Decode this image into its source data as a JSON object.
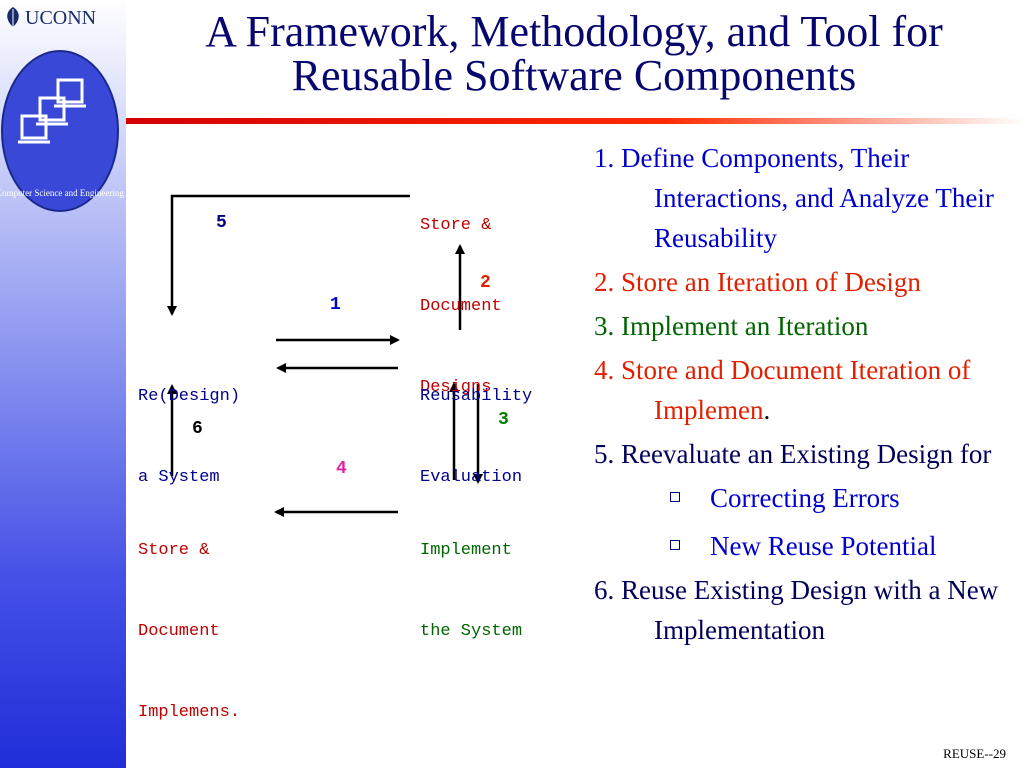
{
  "logo": {
    "text": "UCONN",
    "seal_text": "Computer Science and Engineering"
  },
  "title": {
    "line1": "A Framework, Methodology, and Tool for",
    "line2": "Reusable Software Components"
  },
  "diagram": {
    "nodes": {
      "store_designs": [
        "Store &",
        "Document",
        "Designs"
      ],
      "redesign": [
        "Re(Design)",
        "a System"
      ],
      "reuse_eval": [
        "Reusability",
        "Evaluation"
      ],
      "store_impl": [
        "Store &",
        "Document",
        "Implemens."
      ],
      "implement": [
        "Implement",
        "the System"
      ]
    },
    "numbers": {
      "n1": "1",
      "n2": "2",
      "n3": "3",
      "n4": "4",
      "n5": "5",
      "n6": "6"
    }
  },
  "steps": [
    {
      "text": "1. Define Components, Their Interactions, and Analyze Their Reusability",
      "color": "#0000cc"
    },
    {
      "text": "2. Store an Iteration of Design",
      "color": "#e02000"
    },
    {
      "text": "3. Implement an Iteration",
      "color": "#006400"
    },
    {
      "text": "4. Store and Document Iteration of Implemen",
      "suffix": ".",
      "color": "#e02000"
    },
    {
      "text": "5. Reevaluate an Existing Design for",
      "color": "#00005a"
    },
    {
      "text": "6. Reuse Existing Design with a New Implementation",
      "color": "#00005a"
    }
  ],
  "sub_items": [
    {
      "text": "Correcting Errors",
      "color": "#0000cc"
    },
    {
      "text": "New Reuse Potential",
      "color": "#0000cc"
    }
  ],
  "footer": {
    "page": "REUSE--29"
  },
  "colors": {
    "title": "#06066e",
    "accent_red": "#d40000",
    "sidebar": "#2b39dc"
  }
}
